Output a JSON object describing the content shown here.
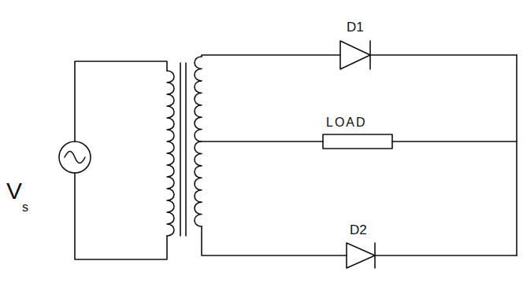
{
  "diagram": {
    "labels": [
      "V",
      "s",
      "D1",
      "LOAD",
      "D2"
    ]
  }
}
